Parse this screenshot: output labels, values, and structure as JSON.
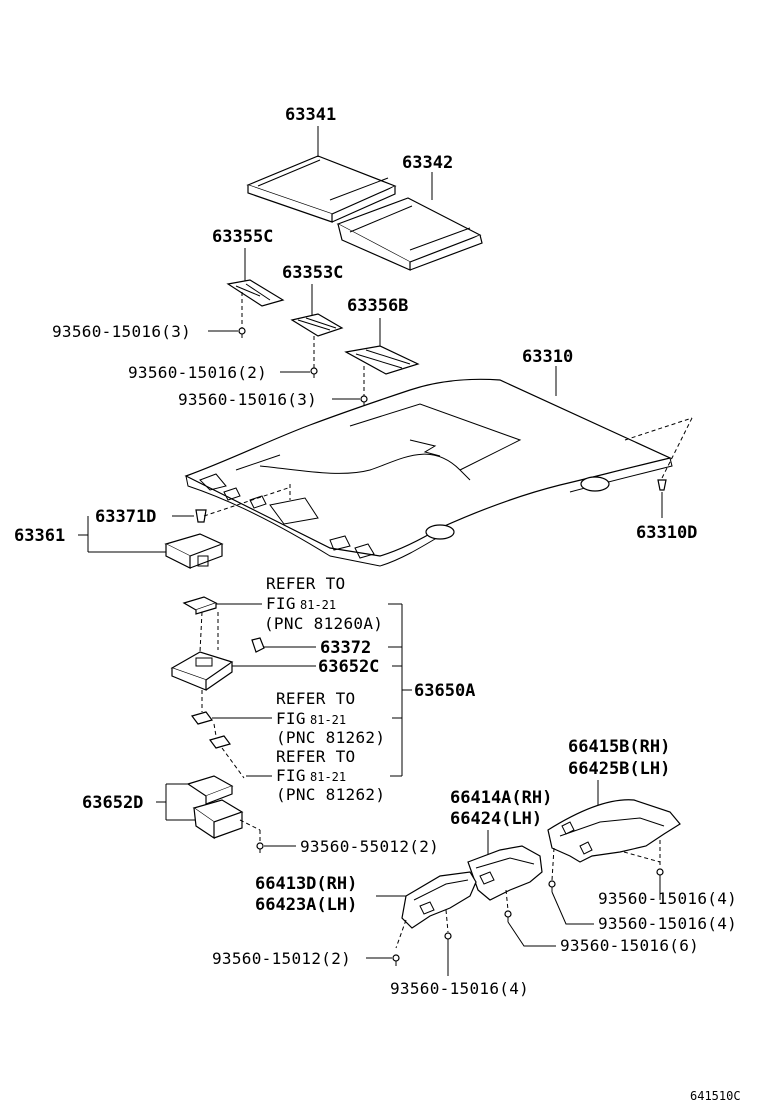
{
  "labels": {
    "p63341": "63341",
    "p63342": "63342",
    "p63355c": "63355C",
    "p63353c": "63353C",
    "p63356b": "63356B",
    "s1": "93560-15016(3)",
    "s2": "93560-15016(2)",
    "s3": "93560-15016(3)",
    "p63310": "63310",
    "p63310d": "63310D",
    "p63371d": "63371D",
    "p63361": "63361",
    "ref1_a": "REFER TO",
    "ref1_b": "FIG",
    "ref1_c": "81-21",
    "ref1_d": "(PNC 81260A)",
    "p63372": "63372",
    "p63652c": "63652C",
    "p63650a": "63650A",
    "ref2_a": "REFER TO",
    "ref2_b": "FIG",
    "ref2_c": "81-21",
    "ref2_d": "(PNC 81262)",
    "ref3_a": "REFER TO",
    "ref3_b": "FIG",
    "ref3_c": "81-21",
    "ref3_d": "(PNC 81262)",
    "p63652d": "63652D",
    "s4": "93560-55012(2)",
    "p66415b": "66415B(RH)",
    "p66425b": "66425B(LH)",
    "p66414a": "66414A(RH)",
    "p66424": "66424(LH)",
    "p66413d": "66413D(RH)",
    "p66423a": "66423A(LH)",
    "s5": "93560-15016(4)",
    "s6": "93560-15016(4)",
    "s7": "93560-15016(6)",
    "s8": "93560-15012(2)",
    "s9": "93560-15016(4)",
    "code": "641510C"
  },
  "icons": [
    "screw-icon",
    "clip-icon"
  ]
}
